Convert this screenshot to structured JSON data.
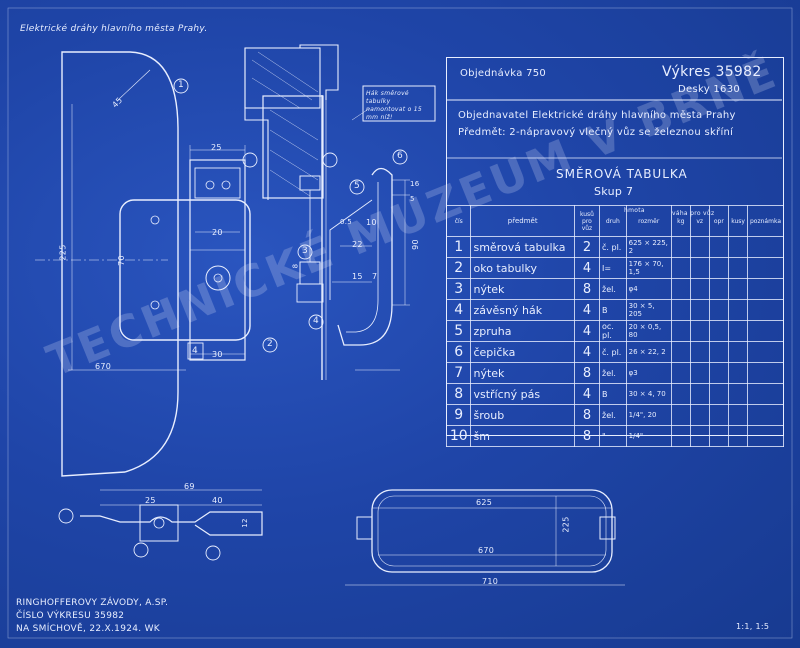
{
  "header_note": "Elektrické dráhy hlavního města Prahy.",
  "title_block": {
    "order": "Objednávka 750",
    "drawing_no": "Výkres 35982",
    "boards": "Desky 1630",
    "customer": "Objednavatel Elektrické dráhy hlavního města Prahy",
    "subject": "Předmět: 2-nápravový vlečný vůz se železnou skříní",
    "part_title": "SMĚROVÁ TABULKA",
    "group": "Skup 7"
  },
  "bom": {
    "headers": {
      "no": "čís",
      "item": "předmět",
      "qty": "kusů pro vůz",
      "material": "druh",
      "size": "rozměr",
      "mass": "hmota",
      "weight_group": "váha pro vůz",
      "kg": "kg",
      "vz": "vz",
      "opr": "opr",
      "pcs": "kusy",
      "note": "poznámka"
    },
    "rows": [
      {
        "no": "1",
        "item": "směrová tabulka",
        "qty": "2",
        "mat": "č. pl.",
        "size": "625 × 225, 2"
      },
      {
        "no": "2",
        "item": "oko tabulky",
        "qty": "4",
        "mat": "I=",
        "size": "176 × 70, 1,5"
      },
      {
        "no": "3",
        "item": "nýtek",
        "qty": "8",
        "mat": "žel.",
        "size": "φ4"
      },
      {
        "no": "4",
        "item": "závěsný hák",
        "qty": "4",
        "mat": "B",
        "size": "30 × 5, 205"
      },
      {
        "no": "5",
        "item": "zpruha",
        "qty": "4",
        "mat": "oc. pl.",
        "size": "20 × 0,5, 80"
      },
      {
        "no": "6",
        "item": "čepička",
        "qty": "4",
        "mat": "č. pl.",
        "size": "26 × 22, 2"
      },
      {
        "no": "7",
        "item": "nýtek",
        "qty": "8",
        "mat": "žel.",
        "size": "φ3"
      },
      {
        "no": "8",
        "item": "vstřícný pás",
        "qty": "4",
        "mat": "B",
        "size": "30 × 4, 70"
      },
      {
        "no": "9",
        "item": "šroub",
        "qty": "8",
        "mat": "žel.",
        "size": "1/4\", 20"
      },
      {
        "no": "10",
        "item": "šm",
        "qty": "8",
        "mat": "\"",
        "size": "1/4\""
      }
    ]
  },
  "note_box": "Hák směrové tabulky namontovat o 15 mm níž!",
  "callouts": [
    "1",
    "2",
    "3",
    "4",
    "5",
    "6"
  ],
  "dims": {
    "r45": "45",
    "d225": "225",
    "d70": "70",
    "d670": "670",
    "d25": "25",
    "d20": "20",
    "d30": "30",
    "d69": "69",
    "d25b": "25",
    "d4": "4",
    "d40": "40",
    "d625": "625",
    "d225b": "225",
    "d670b": "670",
    "d710": "710",
    "d22": "22",
    "d15": "15",
    "d7": "7",
    "d90": "90",
    "d10": "10",
    "d16": "16",
    "d5": "5",
    "d05": "0.5",
    "d12": "12",
    "d8": "8"
  },
  "stamp": {
    "line1": "RINGHOFFEROVY ZÁVODY, A.SP.",
    "line2": "ČÍSLO VÝKRESU 35982",
    "line3": "NA SMÍCHOVĚ, 22.X.1924. WK"
  },
  "scale": "1:1, 1:5",
  "watermark": "TECHNICKÉ MUZEUM V BRNĚ"
}
